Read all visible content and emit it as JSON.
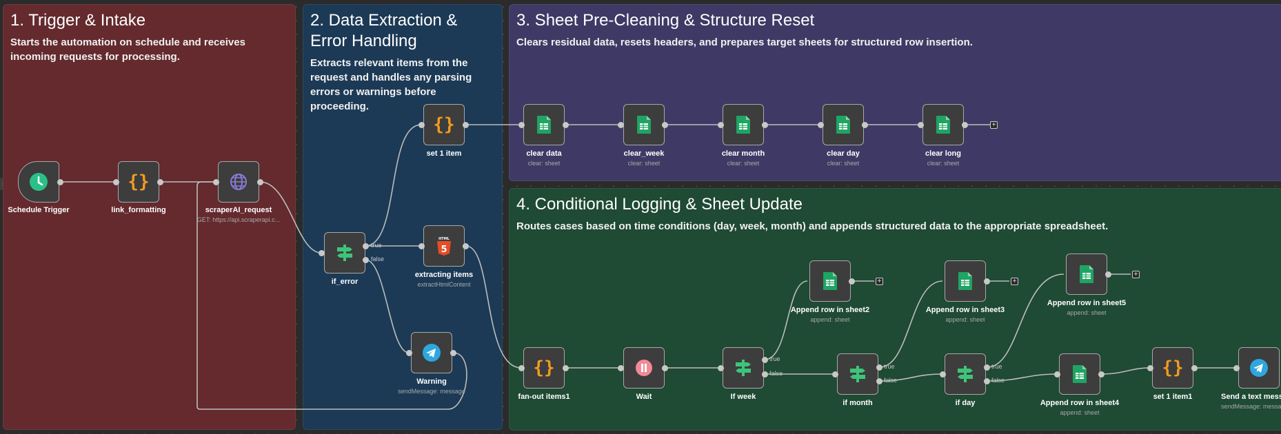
{
  "sticky_notes": [
    {
      "title": "1. Trigger & Intake",
      "text": "Starts the automation on schedule and receives incoming requests for processing.",
      "color": "#642a2e"
    },
    {
      "title": "2. Data Extraction & Error Handling",
      "text": "Extracts relevant items from the request and handles any parsing errors or warnings before proceeding.",
      "color": "#1c3a56"
    },
    {
      "title": "3. Sheet Pre-Cleaning & Structure Reset",
      "text": "Clears residual data, resets headers, and prepares target sheets for structured row insertion.",
      "color": "#3e3a65"
    },
    {
      "title": "4. Conditional Logging & Sheet Update",
      "text": "Routes cases based on time conditions (day, week, month) and appends structured data to the appropriate spreadsheet.",
      "color": "#1f4a34"
    }
  ],
  "nodes": {
    "schedule": {
      "label": "Schedule Trigger",
      "sub": "",
      "icon": "clock-icon"
    },
    "link_formatting": {
      "label": "link_formatting",
      "sub": "",
      "icon": "code-braces-icon"
    },
    "scraper": {
      "label": "scraperAI_request",
      "sub": "GET: https://api.scraperapi.c...",
      "icon": "globe-icon"
    },
    "if_error": {
      "label": "if_error",
      "sub": "",
      "icon": "branch-icon"
    },
    "set1": {
      "label": "set 1 item",
      "sub": "",
      "icon": "code-braces-icon"
    },
    "extracting": {
      "label": "extracting items",
      "sub": "extractHtmlContent",
      "icon": "html5-icon"
    },
    "warning": {
      "label": "Warning",
      "sub": "sendMessage: message",
      "icon": "telegram-icon"
    },
    "clear_data": {
      "label": "clear data",
      "sub": "clear: sheet",
      "icon": "sheets-icon"
    },
    "clear_week": {
      "label": "clear_week",
      "sub": "clear: sheet",
      "icon": "sheets-icon"
    },
    "clear_month": {
      "label": "clear month",
      "sub": "clear: sheet",
      "icon": "sheets-icon"
    },
    "clear_day": {
      "label": "clear day",
      "sub": "clear: sheet",
      "icon": "sheets-icon"
    },
    "clear_long": {
      "label": "clear long",
      "sub": "clear: sheet",
      "icon": "sheets-icon"
    },
    "fanout": {
      "label": "fan-out items1",
      "sub": "",
      "icon": "code-braces-icon"
    },
    "wait": {
      "label": "Wait",
      "sub": "",
      "icon": "pause-icon"
    },
    "if_week": {
      "label": "If week",
      "sub": "",
      "icon": "branch-icon"
    },
    "if_month": {
      "label": "if month",
      "sub": "",
      "icon": "branch-icon"
    },
    "if_day": {
      "label": "if day",
      "sub": "",
      "icon": "branch-icon"
    },
    "append2": {
      "label": "Append row in sheet2",
      "sub": "append: sheet",
      "icon": "sheets-icon"
    },
    "append3": {
      "label": "Append row in sheet3",
      "sub": "append: sheet",
      "icon": "sheets-icon"
    },
    "append5": {
      "label": "Append row in sheet5",
      "sub": "append: sheet",
      "icon": "sheets-icon"
    },
    "append4": {
      "label": "Append row in sheet4",
      "sub": "append: sheet",
      "icon": "sheets-icon"
    },
    "set1b": {
      "label": "set 1 item1",
      "sub": "",
      "icon": "code-braces-icon"
    },
    "send": {
      "label": "Send a text messa",
      "sub": "sendMessage: messa",
      "icon": "telegram-icon"
    }
  },
  "port_labels": {
    "true": "true",
    "false": "false"
  },
  "colors": {
    "sheets": "#1fa463",
    "code": "#f29a1e",
    "globe": "#8b7bd8",
    "branch": "#3ec47a",
    "telegram": "#2ea6de",
    "wait": "#f08a97",
    "clock": "#2bc08a",
    "html5": "#e44d26"
  }
}
